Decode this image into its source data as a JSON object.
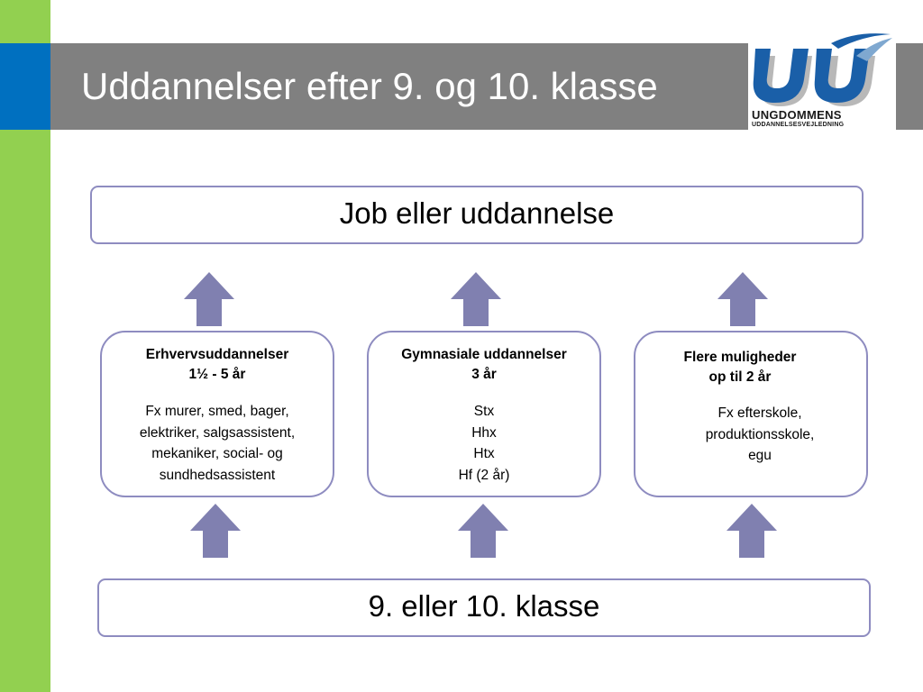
{
  "header": {
    "title": "Uddannelser efter 9. og 10. klasse",
    "logo_line1": "UNGDOMMENS",
    "logo_line2": "UDDANNELSESVEJLEDNING"
  },
  "diagram": {
    "top_box": "Job eller uddannelse",
    "bottom_box": "9. eller 10. klasse",
    "cards": [
      {
        "title_line1": "Erhvervsuddannelser",
        "title_line2": "1½ - 5 år",
        "body": [
          "Fx murer, smed, bager,",
          "elektriker, salgsassistent,",
          "mekaniker, social- og",
          "sundhedsassistent"
        ]
      },
      {
        "title_line1": "Gymnasiale uddannelser",
        "title_line2": "3 år",
        "body": [
          "Stx",
          "Hhx",
          "Htx",
          "Hf (2 år)"
        ]
      },
      {
        "title_line1": "Flere muligheder",
        "title_line2": "op til 2 år",
        "body": [
          "Fx efterskole,",
          "produktionsskole,",
          "egu"
        ]
      }
    ]
  },
  "colors": {
    "green_bar": "#92d050",
    "blue_block": "#0070c0",
    "title_band": "#808080",
    "box_border": "#8e8cc0",
    "arrow": "#8080b0",
    "logo_blue": "#1a5fa8"
  },
  "icons": {
    "arrow": "up-arrow-icon",
    "logo": "uu-logo-icon"
  }
}
